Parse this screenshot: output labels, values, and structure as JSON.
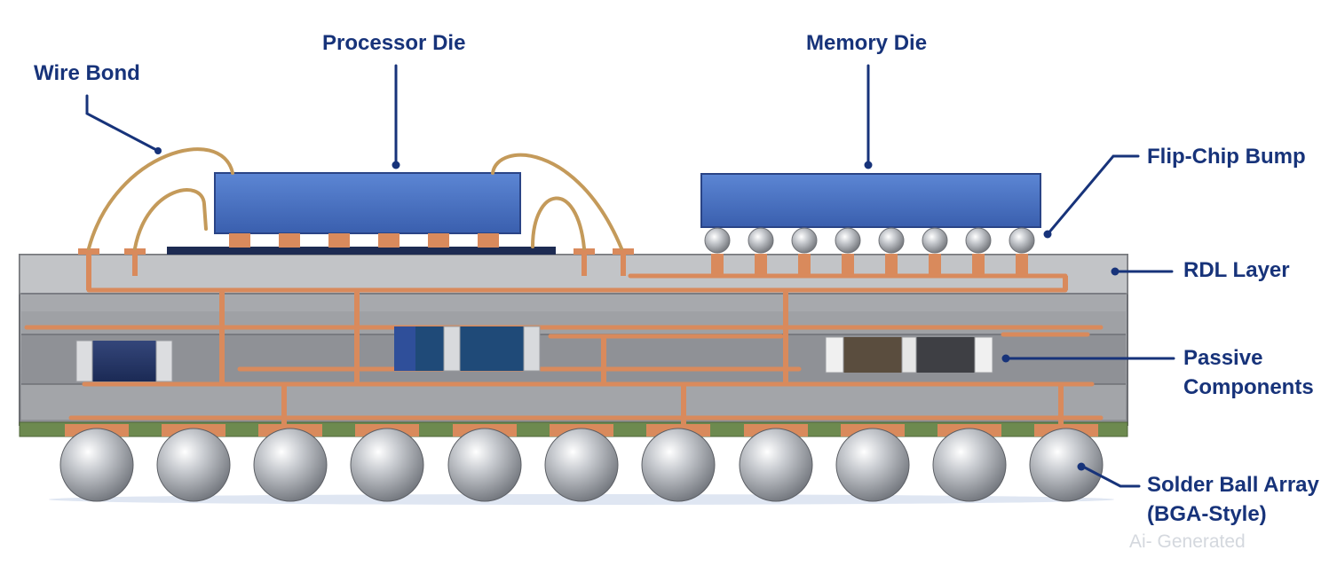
{
  "labels": {
    "wire_bond": "Wire Bond",
    "processor_die": "Processor Die",
    "memory_die": "Memory Die",
    "flip_chip_bump": "Flip-Chip Bump",
    "rdl_layer": "RDL Layer",
    "passive_line1": "Passive",
    "passive_line2": "Components",
    "solder_line1": "Solder Ball Array",
    "solder_line2": "(BGA-Style)"
  },
  "watermark": "Ai- Generated",
  "colors": {
    "label_text": "#17337a",
    "leader_line": "#17337a",
    "die_blue": "#4a72c4",
    "copper": "#d98a5c",
    "substrate_gray": "#9a9ca0",
    "solder_mask_green": "#6d8a4f",
    "wire_gold": "#c49a5a"
  },
  "counts": {
    "solder_balls": 11,
    "flip_chip_bumps": 8,
    "processor_pads": 6
  }
}
